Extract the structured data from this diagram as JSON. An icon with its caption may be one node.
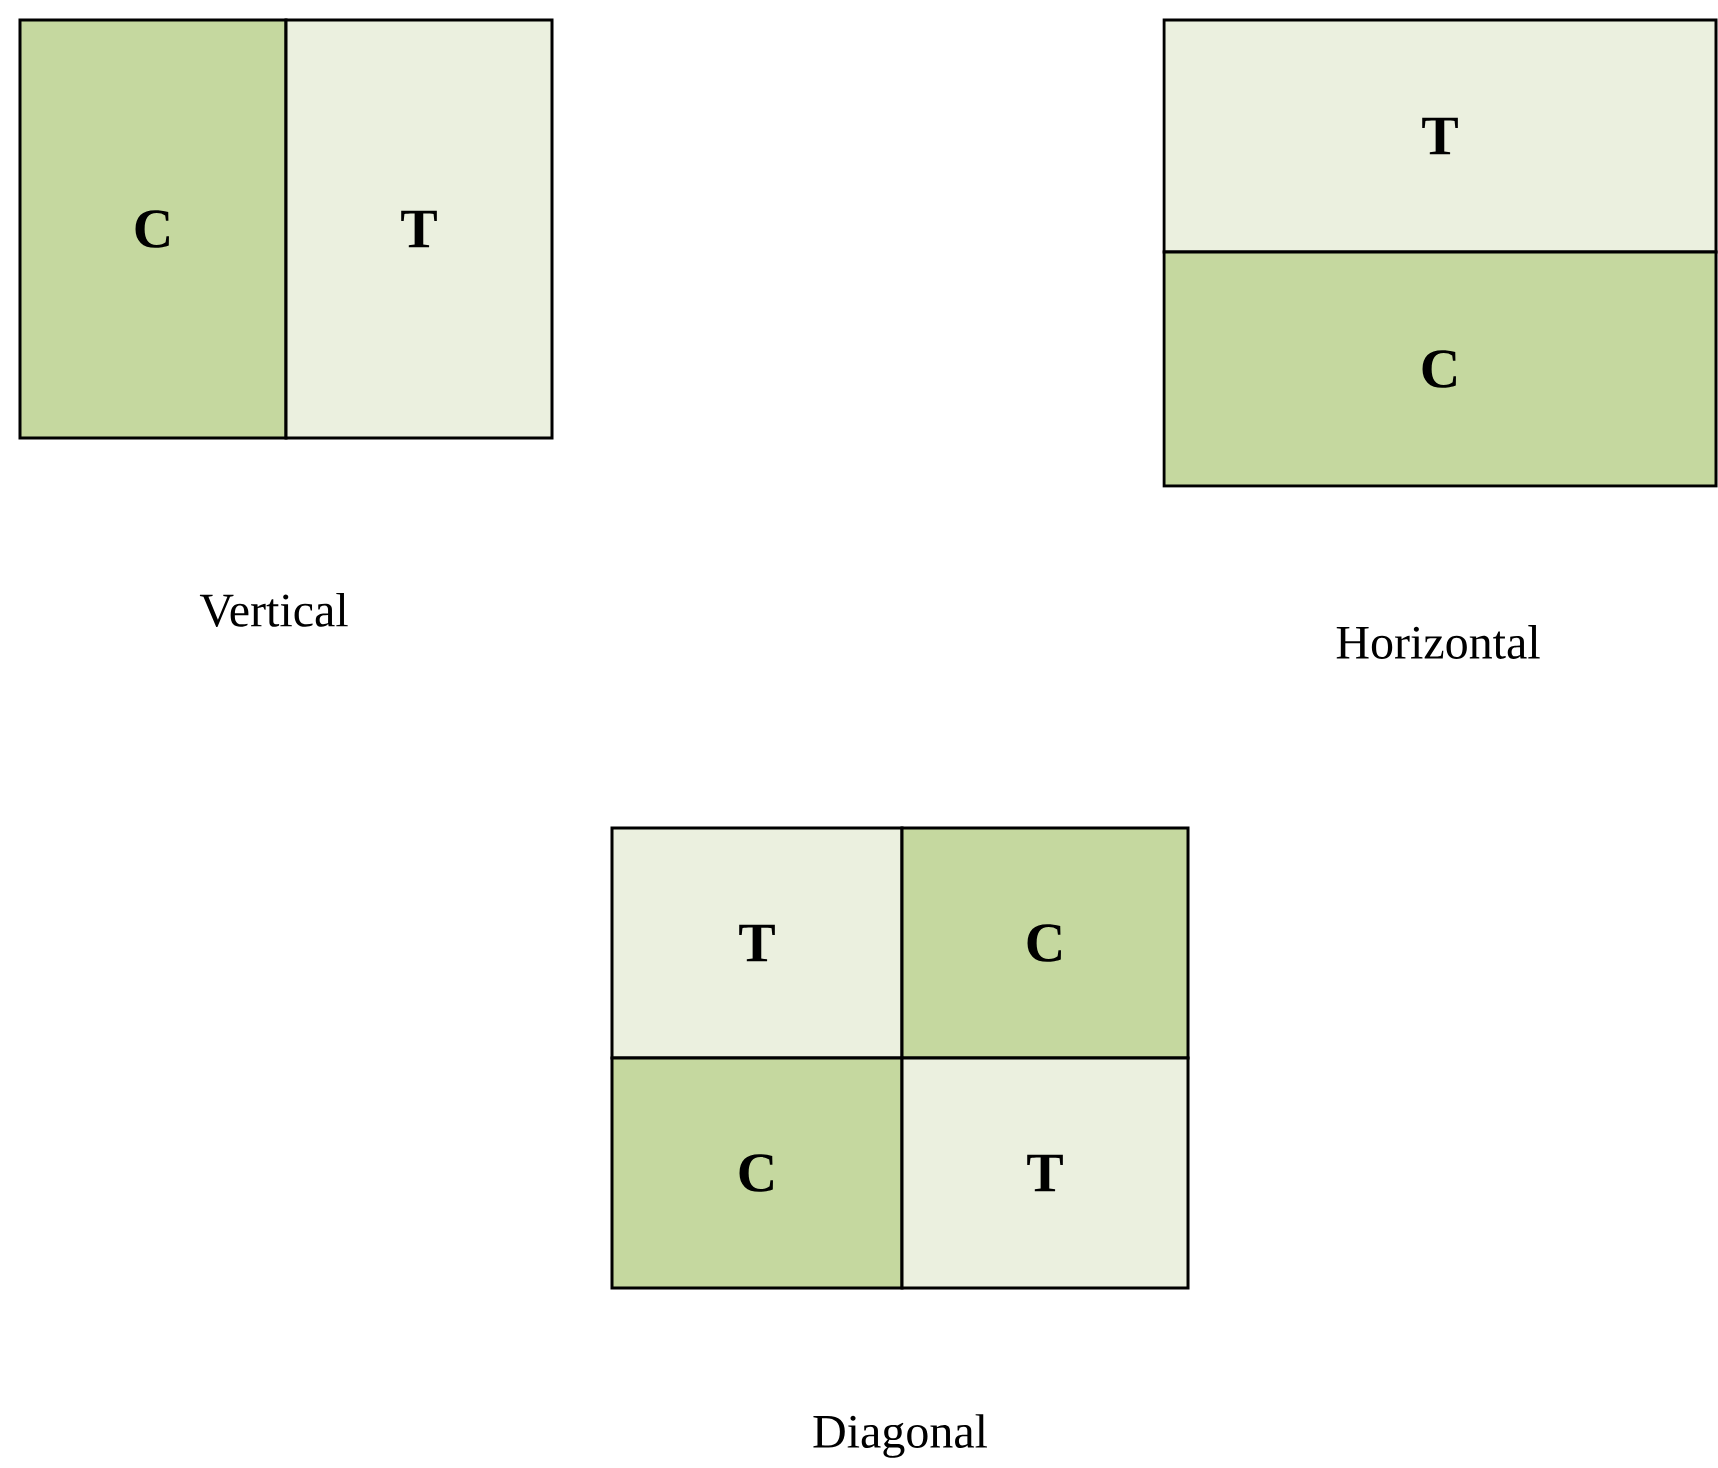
{
  "diagram": {
    "nodes": [
      {
        "text": [
          "C"
        ]
      },
      {
        "text": [
          "T"
        ]
      },
      {
        "text": [
          "T"
        ]
      },
      {
        "text": [
          "C"
        ]
      },
      {
        "text": [
          "T"
        ]
      },
      {
        "text": [
          "C"
        ]
      },
      {
        "text": [
          "C"
        ]
      },
      {
        "text": [
          "T"
        ]
      }
    ],
    "labels": [
      "Vertical",
      "Horizontal",
      "Diagonal"
    ]
  }
}
